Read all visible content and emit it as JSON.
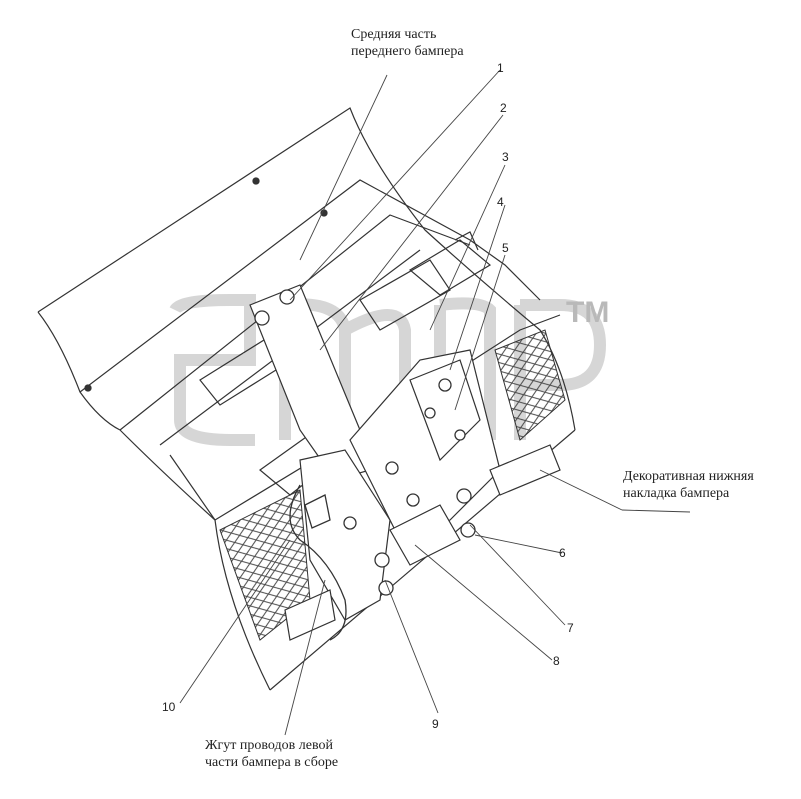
{
  "labels": {
    "middle_bumper_line1": "Средняя часть",
    "middle_bumper_line2": "переднего бампера",
    "decor_line1": "Декоративная нижняя",
    "decor_line2": "накладка бампера",
    "harness_line1": "Жгут проводов левой",
    "harness_line2": "части бампера в сборе"
  },
  "callouts": [
    "1",
    "2",
    "3",
    "4",
    "5",
    "6",
    "7",
    "8",
    "9",
    "10"
  ],
  "watermark": {
    "mark": "TM"
  }
}
